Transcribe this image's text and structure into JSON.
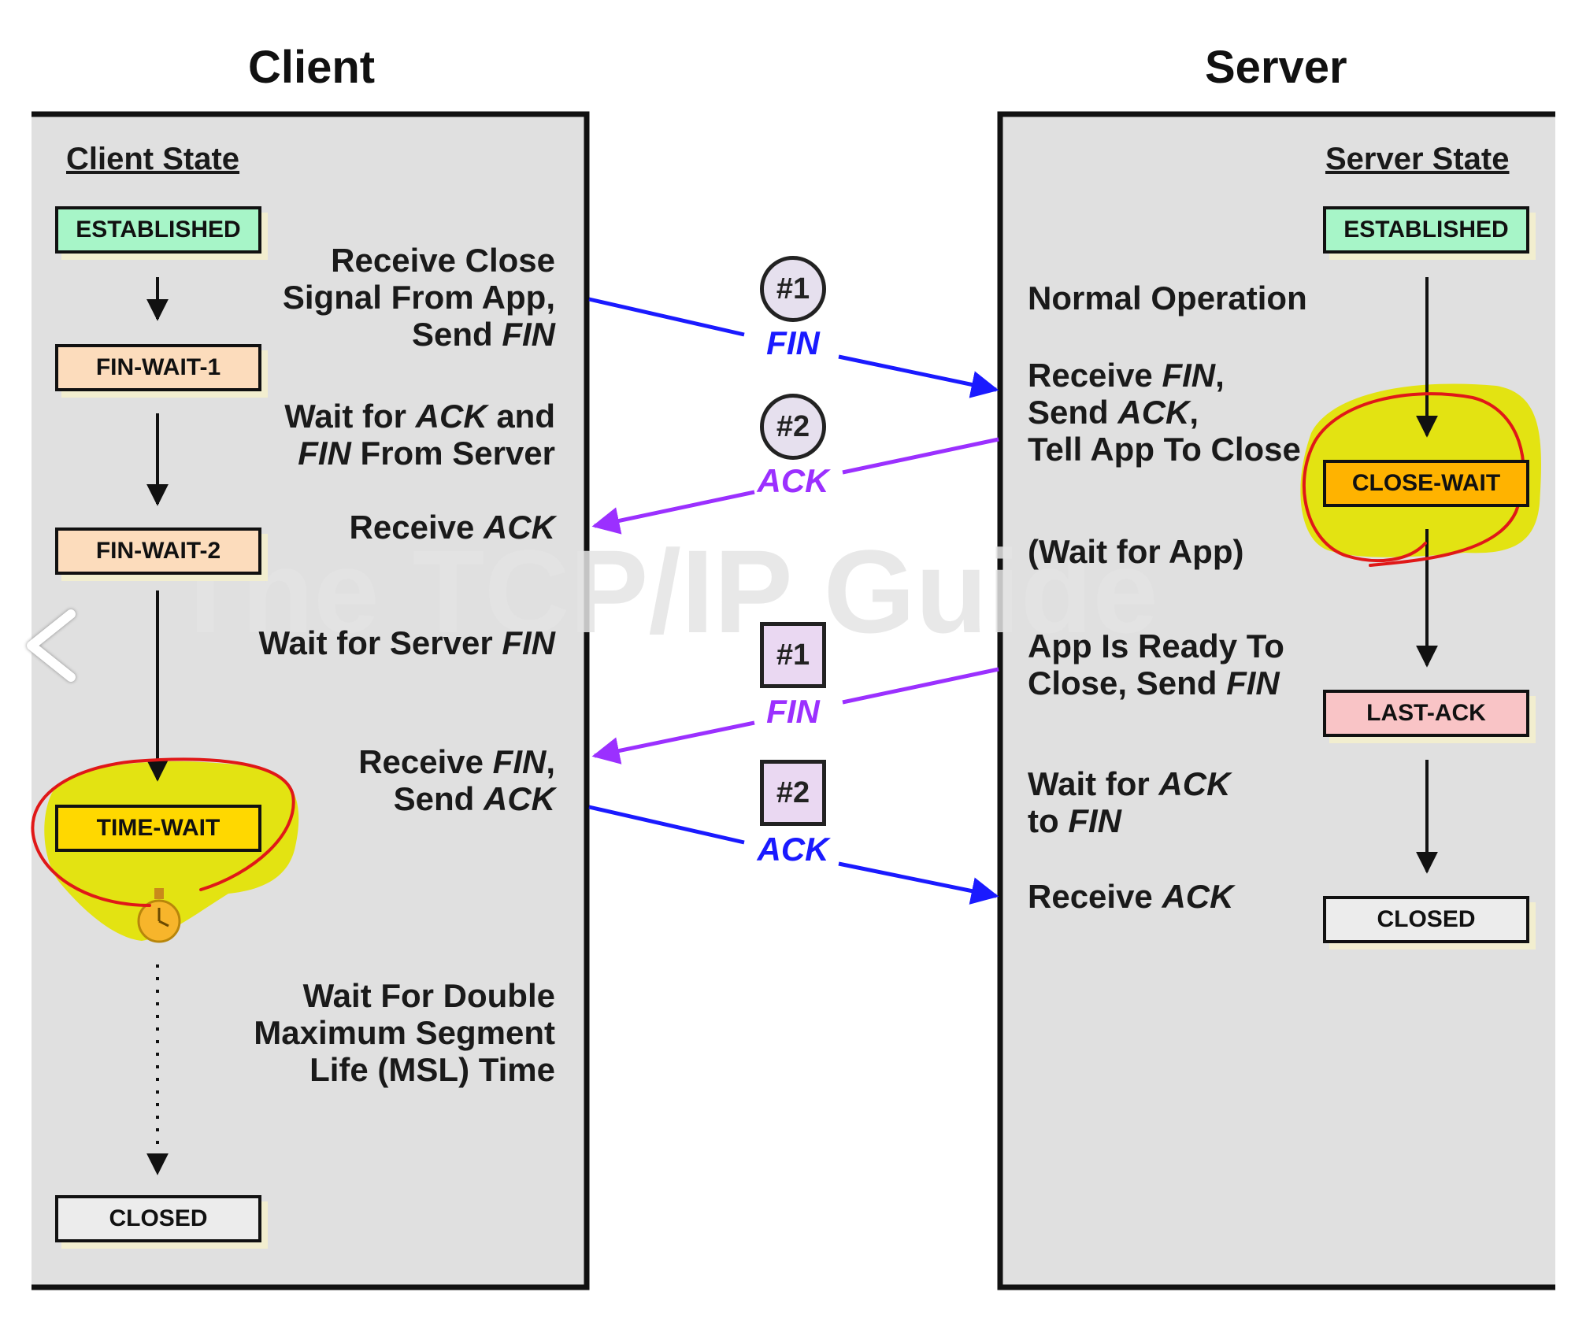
{
  "titles": {
    "client": "Client",
    "server": "Server"
  },
  "watermark": "The TCP/IP Guide",
  "client": {
    "heading": "Client State",
    "states": {
      "established": "ESTABLISHED",
      "fin_wait_1": "FIN-WAIT-1",
      "fin_wait_2": "FIN-WAIT-2",
      "time_wait": "TIME-WAIT",
      "closed": "CLOSED"
    },
    "notes": [
      [
        "Receive Close",
        "Signal From App,",
        "Send |FIN"
      ],
      [
        "Wait for |ACK| and",
        "|FIN| From Server"
      ],
      [
        "Receive |ACK"
      ],
      [
        "Wait for Server |FIN"
      ],
      [
        "Receive |FIN|,",
        "Send |ACK"
      ],
      [
        "Wait For Double",
        "Maximum Segment",
        "Life (MSL) Time"
      ]
    ]
  },
  "server": {
    "heading": "Server State",
    "states": {
      "established": "ESTABLISHED",
      "close_wait": "CLOSE-WAIT",
      "last_ack": "LAST-ACK",
      "closed": "CLOSED"
    },
    "notes": [
      [
        "Normal Operation"
      ],
      [
        "Receive |FIN|,",
        "Send |ACK|,",
        "Tell App To Close"
      ],
      [
        "(Wait for App)"
      ],
      [
        "App Is Ready To",
        "Close, Send |FIN"
      ],
      [
        "Wait for |ACK",
        "to |FIN"
      ],
      [
        "Receive |ACK"
      ]
    ]
  },
  "messages": [
    {
      "badge": "#1",
      "shape": "circle",
      "label": "FIN",
      "direction": "client-to-server",
      "color": "#1a1aff"
    },
    {
      "badge": "#2",
      "shape": "circle",
      "label": "ACK",
      "direction": "server-to-client",
      "color": "#9b30ff"
    },
    {
      "badge": "#1",
      "shape": "square",
      "label": "FIN",
      "direction": "server-to-client",
      "color": "#9b30ff"
    },
    {
      "badge": "#2",
      "shape": "square",
      "label": "ACK",
      "direction": "client-to-server",
      "color": "#1a1aff"
    }
  ],
  "colors": {
    "panel": "#e0e0e0",
    "established": "#a7f5c8",
    "fin_wait": "#fcdcbc",
    "time_wait": "#ffd800",
    "close_wait": "#ffb300",
    "last_ack": "#f9c4c6",
    "closed": "#ececec",
    "highlight": "#e3e300",
    "annotation": "#e01818"
  },
  "icons": {
    "back": "chevron-left-icon",
    "timer": "stopwatch-icon"
  }
}
